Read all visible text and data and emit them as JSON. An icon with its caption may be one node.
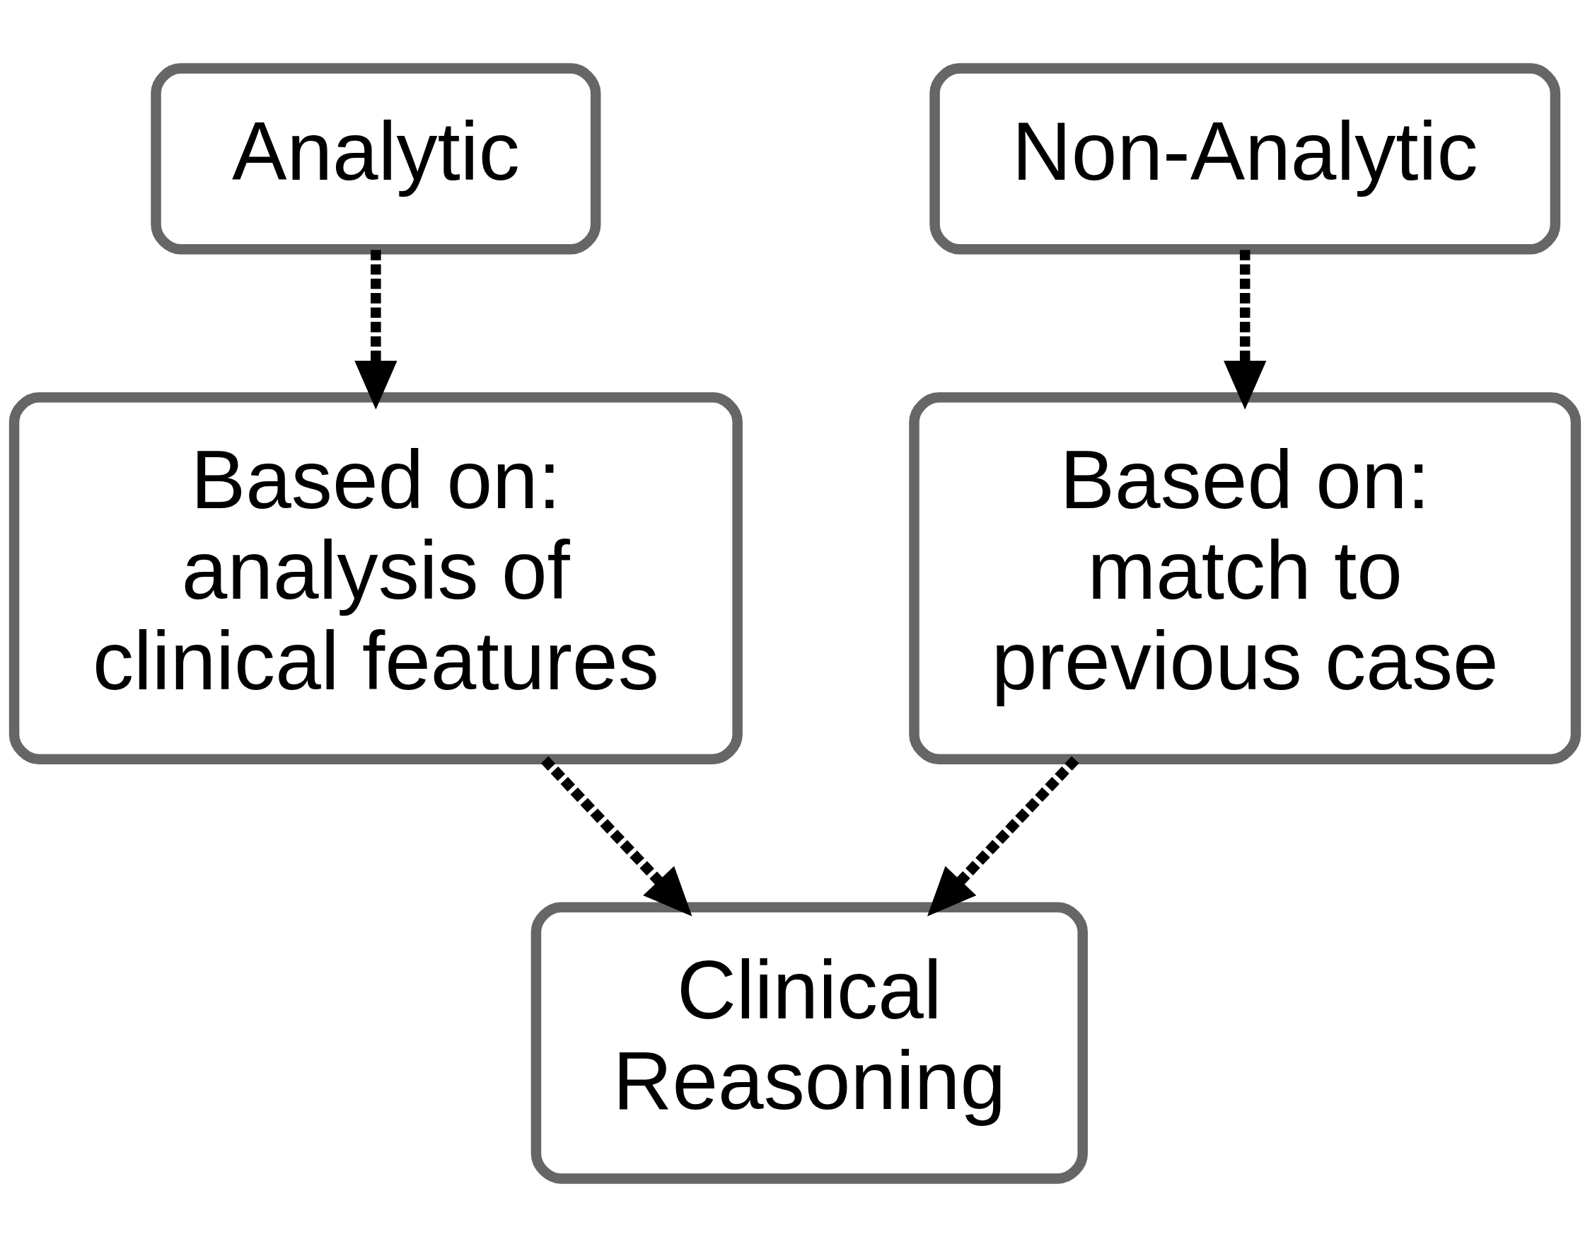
{
  "diagram": {
    "nodes": [
      {
        "text": [
          "Analytic"
        ]
      },
      {
        "text": [
          "Non-Analytic"
        ]
      },
      {
        "text": [
          "Based on: analysis of clinical features"
        ]
      },
      {
        "text": [
          "Based on: match to previous case"
        ]
      },
      {
        "text": [
          "Clinical Reasoning"
        ]
      }
    ],
    "edges": [
      {
        "from": 0,
        "to": 2,
        "arrow": "to",
        "style": "dashed"
      },
      {
        "from": 1,
        "to": 3,
        "arrow": "to",
        "style": "dashed"
      },
      {
        "from": 2,
        "to": 4,
        "arrow": "to",
        "style": "dashed"
      },
      {
        "from": 3,
        "to": 4,
        "arrow": "to",
        "style": "dashed"
      }
    ]
  }
}
